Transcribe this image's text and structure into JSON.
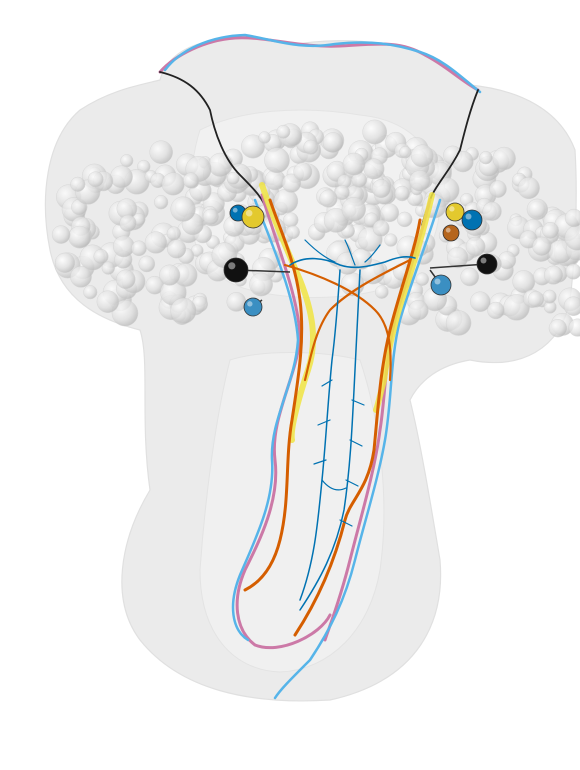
{
  "colors": {
    "background": "#ffffff",
    "volume_fill": "#d9d9d9",
    "volume_edge": "#c4c4c4",
    "sphere": "#e2e2e2",
    "pink_neuron": "#cc79a7",
    "blue_neuron": "#56b4e9",
    "dark_neuron": "#222222",
    "orange_neuron": "#d55e00",
    "yellow_neuron": "#f0e442",
    "deep_blue_neuron": "#0072b2",
    "copper_soma": "#b5651d"
  },
  "soma_markers": [
    {
      "name": "black-soma-left",
      "color": "#111111"
    },
    {
      "name": "blue-soma-left-upper",
      "color": "#0072b2"
    },
    {
      "name": "yellow-soma-left",
      "color": "#e3c92e"
    },
    {
      "name": "blue-soma-left-lower",
      "color": "#3b8fc2"
    },
    {
      "name": "yellow-soma-right",
      "color": "#e3c92e"
    },
    {
      "name": "blue-soma-right-upper",
      "color": "#0072b2"
    },
    {
      "name": "copper-soma-right",
      "color": "#b5651d"
    },
    {
      "name": "blue-soma-right-lower",
      "color": "#3b8fc2"
    },
    {
      "name": "black-soma-right",
      "color": "#111111"
    }
  ]
}
